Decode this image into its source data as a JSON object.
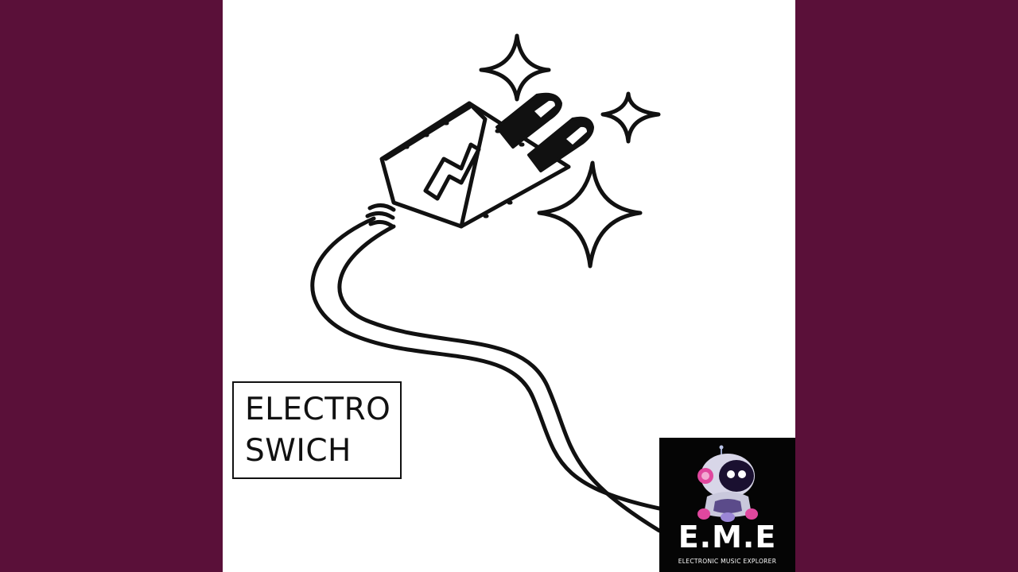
{
  "background_color": "#5a1039",
  "cover": {
    "title_lines": [
      "ELECTRO",
      "SWICH"
    ],
    "illustration_icon": "electric-plug-icon"
  },
  "logo": {
    "letters": "E.M.E",
    "subtitle": "ELECTRONIC MUSIC EXPLORER",
    "mascot_icon": "robot-mascot-icon",
    "accent_color": "#e0479e"
  }
}
